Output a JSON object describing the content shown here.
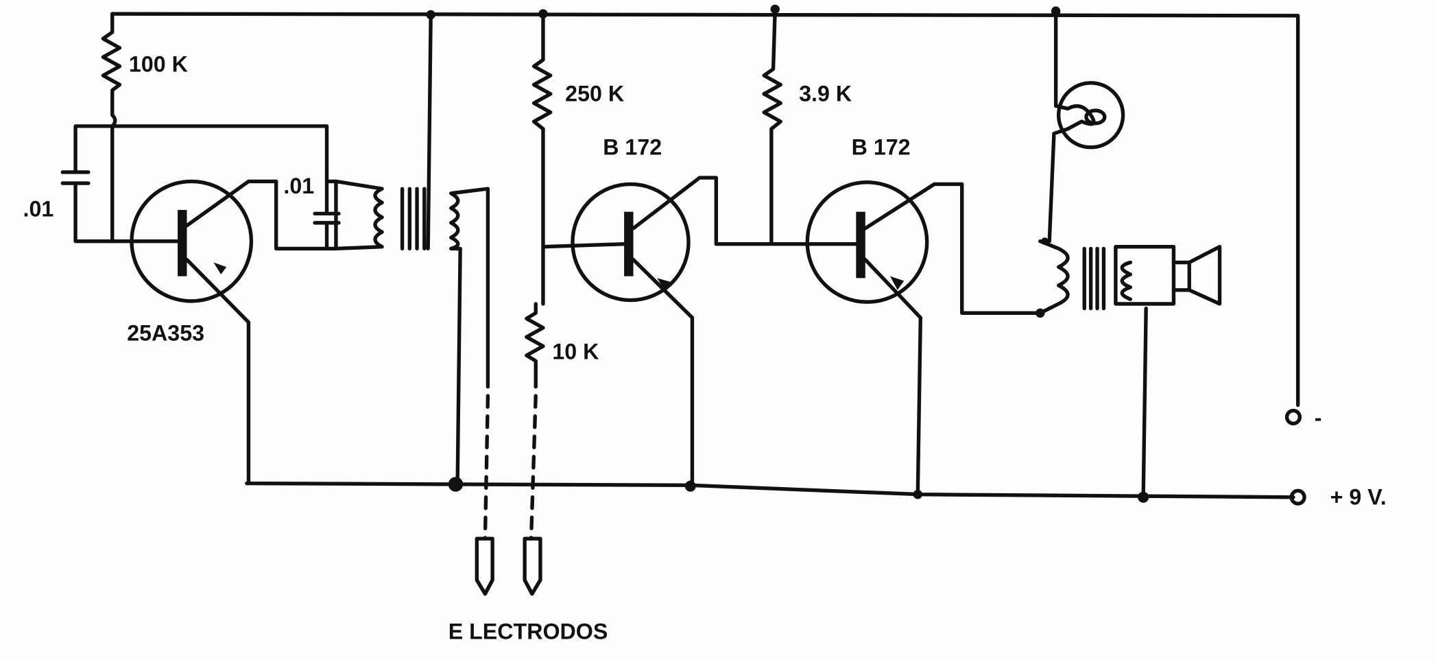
{
  "diagram": {
    "components": {
      "r1": "100 K",
      "c1": ".01",
      "c2": ".01",
      "q1": "25A353",
      "r2": "250 K",
      "r3": "10 K",
      "q2": "B 172",
      "r4": "3.9 K",
      "q3": "B 172"
    },
    "terminals": {
      "negative": "-",
      "positive": "+ 9 V."
    },
    "electrodes_label": "E LECTRODOS"
  }
}
